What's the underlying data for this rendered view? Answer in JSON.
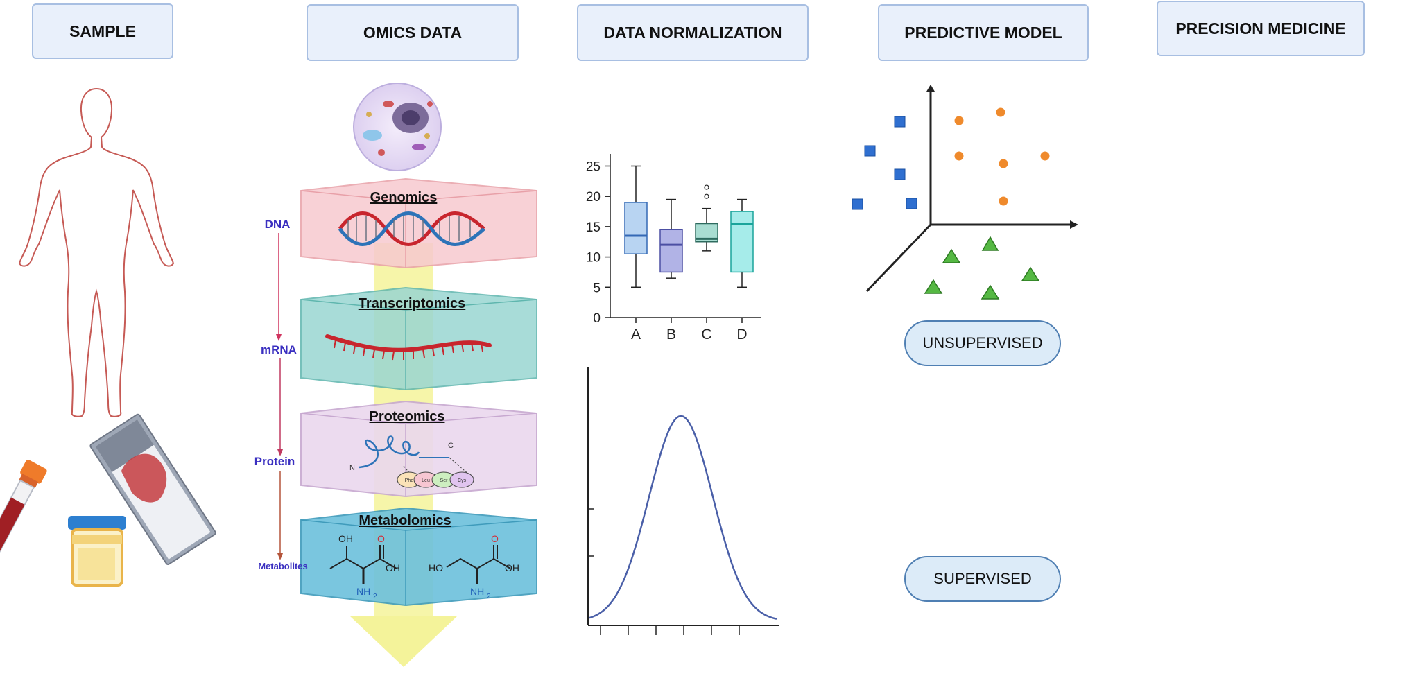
{
  "headers": {
    "sample": "SAMPLE",
    "omics": "OMICS DATA",
    "normalization": "DATA NORMALIZATION",
    "predictive": "PREDICTIVE MODEL",
    "precision": "PRECISION MEDICINE"
  },
  "omics": {
    "layers": [
      "Genomics",
      "Transcriptomics",
      "Proteomics",
      "Metabolomics"
    ],
    "flow": [
      "DNA",
      "mRNA",
      "Protein",
      "Metabolites"
    ],
    "protein_terminals": {
      "n": "N",
      "c": "C"
    },
    "amino_acids": [
      "Phe",
      "Leu",
      "Ser",
      "Cys"
    ],
    "molecules": {
      "oh": "OH",
      "nh2": "NH",
      "nh2_sub": "2",
      "o": "O",
      "ho": "HO"
    }
  },
  "boxplot": {
    "type": "box",
    "categories": [
      "A",
      "B",
      "C",
      "D"
    ],
    "y_ticks": [
      "0",
      "5",
      "10",
      "15",
      "20",
      "25"
    ],
    "ylim": [
      0,
      27
    ],
    "boxes": [
      {
        "min": 5,
        "q1": 10.5,
        "median": 13.5,
        "q3": 19,
        "max": 25
      },
      {
        "min": 6.5,
        "q1": 7.5,
        "median": 12,
        "q3": 14.5,
        "max": 19.5
      },
      {
        "min": 11,
        "q1": 12.5,
        "median": 13,
        "q3": 15.5,
        "max": 18,
        "outliers": [
          20,
          21.5
        ]
      },
      {
        "min": 5,
        "q1": 7.5,
        "median": 15.5,
        "q3": 17.5,
        "max": 19.5
      }
    ],
    "colors": [
      "#b8d4f2",
      "#b1b3e6",
      "#a9ddd2",
      "#a6ecea"
    ],
    "median_colors": [
      "#3469b5",
      "#4c4fa3",
      "#2e6b5f",
      "#1aa49b"
    ]
  },
  "distribution": {
    "type": "normal-curve",
    "mean": 0,
    "sd": 1,
    "color": "#4a5fa8"
  },
  "unsupervised": {
    "label": "UNSUPERVISED",
    "colors": {
      "cluster_a": "#2f6fd0",
      "cluster_b": "#ef8a2c",
      "cluster_c": "#55b843"
    }
  },
  "supervised": {
    "label": "SUPERVISED",
    "color": "#ef8a2c"
  },
  "precision": {
    "patient_colors": [
      "#e8821f",
      "#1f78c2",
      "#7d3fa3"
    ],
    "antibody_colors": [
      "#e0702c",
      "#2f6fd0",
      "#3aa04a"
    ]
  }
}
